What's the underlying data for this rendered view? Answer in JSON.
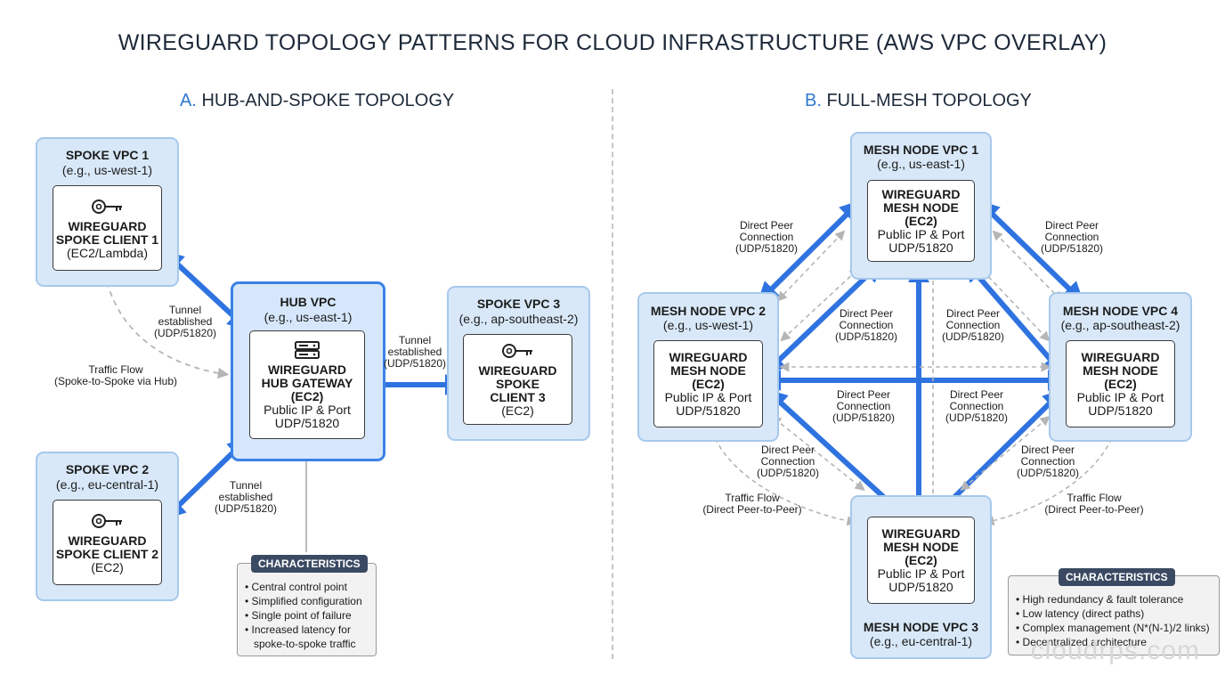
{
  "title": "WIREGUARD TOPOLOGY PATTERNS FOR CLOUD INFRASTRUCTURE (AWS VPC OVERLAY)",
  "section_a": {
    "letter": "A.",
    "text": "HUB-AND-SPOKE TOPOLOGY"
  },
  "section_b": {
    "letter": "B.",
    "text": "FULL-MESH TOPOLOGY"
  },
  "hub_spoke": {
    "spoke1": {
      "vpc": "SPOKE VPC 1",
      "region": "(e.g., us-west-1)",
      "l1": "WIREGUARD",
      "l2": "SPOKE CLIENT 1",
      "l3": "(EC2/Lambda)"
    },
    "spoke2": {
      "vpc": "SPOKE VPC 2",
      "region": "(e.g., eu-central-1)",
      "l1": "WIREGUARD",
      "l2": "SPOKE CLIENT 2",
      "l3": "(EC2)"
    },
    "spoke3": {
      "vpc": "SPOKE VPC 3",
      "region": "(e.g., ap-southeast-2)",
      "l1": "WIREGUARD",
      "l2": "SPOKE",
      "l3": "CLIENT 3",
      "l4": "(EC2)"
    },
    "hub": {
      "vpc": "HUB VPC",
      "region": "(e.g., us-east-1)",
      "l1": "WIREGUARD",
      "l2": "HUB GATEWAY",
      "l3": "(EC2)",
      "l4": "Public IP & Port",
      "l5": "UDP/51820"
    },
    "tunnel1": [
      "Tunnel",
      "established",
      "(UDP/51820)"
    ],
    "tunnel2": [
      "Tunnel",
      "established",
      "(UDP/51820)"
    ],
    "tunnel3": [
      "Tunnel",
      "established",
      "(UDP/51820)"
    ],
    "traffic": [
      "Traffic Flow",
      "(Spoke-to-Spoke via Hub)"
    ],
    "characteristics": {
      "header": "CHARACTERISTICS",
      "items": [
        "Central control point",
        "Simplified configuration",
        "Single point of failure",
        "Increased latency for",
        "spoke-to-spoke traffic"
      ]
    }
  },
  "mesh": {
    "vpc1": {
      "vpc": "MESH NODE VPC 1",
      "region": "(e.g., us-east-1)"
    },
    "vpc2": {
      "vpc": "MESH NODE VPC 2",
      "region": "(e.g., us-west-1)"
    },
    "vpc3": {
      "vpc": "MESH NODE VPC 3",
      "region": "(e.g., eu-central-1)"
    },
    "vpc4": {
      "vpc": "MESH NODE VPC 4",
      "region": "(e.g., ap-southeast-2)"
    },
    "node": {
      "l1": "WIREGUARD",
      "l2": "MESH NODE",
      "l3": "(EC2)",
      "l4": "Public IP & Port",
      "l5": "UDP/51820"
    },
    "peer": [
      "Direct Peer",
      "Connection",
      "(UDP/51820)"
    ],
    "traffic": [
      "Traffic Flow",
      "(Direct Peer-to-Peer)"
    ],
    "characteristics": {
      "header": "CHARACTERISTICS",
      "items": [
        "High redundancy & fault tolerance",
        "Low latency (direct paths)",
        "Complex management (N*(N-1)/2 links)",
        "Decentralized architecture"
      ]
    }
  },
  "watermark": "cloudrps.com"
}
